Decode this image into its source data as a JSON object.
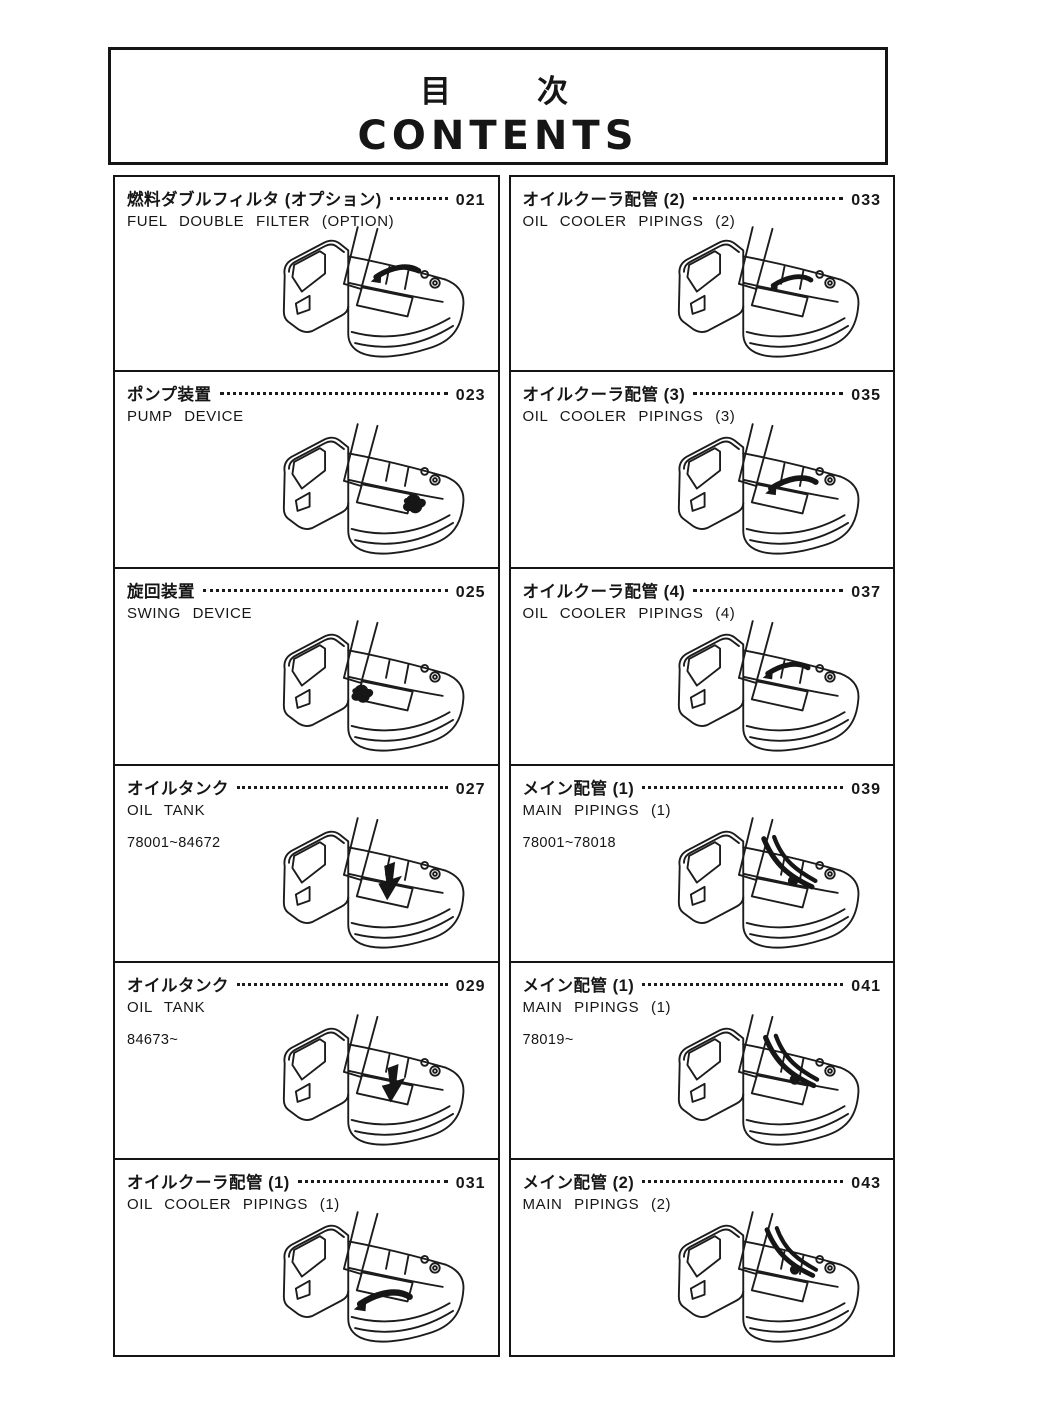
{
  "header": {
    "title_ja": "目　　次",
    "title_en": "CONTENTS"
  },
  "colors": {
    "ink": "#161616",
    "paper": "#ffffff"
  },
  "toc": {
    "items": [
      {
        "title_ja": "燃料ダブルフィルタ (オプション)",
        "title_en": "FUEL DOUBLE FILTER (OPTION)",
        "page": "021",
        "serial": "",
        "illustration": "excavator-upper-structure-with-fuel-filter-highlighted"
      },
      {
        "title_ja": "オイルクーラ配管 (2)",
        "title_en": "OIL COOLER PIPINGS (2)",
        "page": "033",
        "serial": "",
        "illustration": "excavator-upper-structure-with-oil-cooler-piping-highlighted"
      },
      {
        "title_ja": "ポンプ装置",
        "title_en": "PUMP DEVICE",
        "page": "023",
        "serial": "",
        "illustration": "excavator-upper-structure-with-pump-highlighted"
      },
      {
        "title_ja": "オイルクーラ配管 (3)",
        "title_en": "OIL COOLER PIPINGS (3)",
        "page": "035",
        "serial": "",
        "illustration": "excavator-upper-structure-with-oil-cooler-piping-highlighted"
      },
      {
        "title_ja": "旋回装置",
        "title_en": "SWING DEVICE",
        "page": "025",
        "serial": "",
        "illustration": "excavator-upper-structure-with-swing-device-highlighted"
      },
      {
        "title_ja": "オイルクーラ配管 (4)",
        "title_en": "OIL COOLER PIPINGS (4)",
        "page": "037",
        "serial": "",
        "illustration": "excavator-upper-structure-with-oil-cooler-piping-highlighted"
      },
      {
        "title_ja": "オイルタンク",
        "title_en": "OIL TANK",
        "page": "027",
        "serial": "78001~84672",
        "illustration": "excavator-upper-structure-with-oil-tank-highlighted"
      },
      {
        "title_ja": "メイン配管 (1)",
        "title_en": "MAIN PIPINGS (1)",
        "page": "039",
        "serial": "78001~78018",
        "illustration": "excavator-upper-structure-with-main-pipings-highlighted"
      },
      {
        "title_ja": "オイルタンク",
        "title_en": "OIL TANK",
        "page": "029",
        "serial": "84673~",
        "illustration": "excavator-upper-structure-with-oil-tank-highlighted"
      },
      {
        "title_ja": "メイン配管 (1)",
        "title_en": "MAIN PIPINGS (1)",
        "page": "041",
        "serial": "78019~",
        "illustration": "excavator-upper-structure-with-main-pipings-highlighted"
      },
      {
        "title_ja": "オイルクーラ配管 (1)",
        "title_en": "OIL COOLER PIPINGS (1)",
        "page": "031",
        "serial": "",
        "illustration": "excavator-upper-structure-with-oil-cooler-piping-highlighted"
      },
      {
        "title_ja": "メイン配管 (2)",
        "title_en": "MAIN PIPINGS (2)",
        "page": "043",
        "serial": "",
        "illustration": "excavator-upper-structure-with-main-pipings-highlighted"
      }
    ]
  }
}
